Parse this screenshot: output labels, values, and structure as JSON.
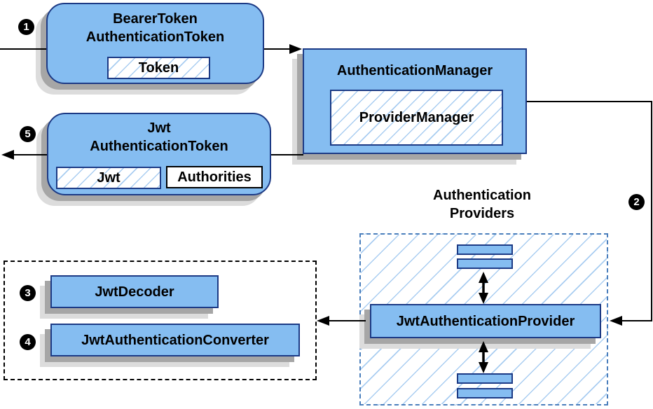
{
  "colors": {
    "box_fill": "#85bdf1",
    "box_border": "#1c3a85",
    "hatch_line": "#a9cdf1",
    "providers_dash_border": "#4a7ebc",
    "group_dash_border": "#000000",
    "shadow_dark": "#a6a6a6",
    "shadow_light": "#dcdcdc",
    "line_color": "#000000",
    "text_color": "#000000",
    "background": "#ffffff"
  },
  "nodes": {
    "bearer": {
      "title_line1": "BearerToken",
      "title_line2": "AuthenticationToken",
      "field_token": "Token"
    },
    "manager": {
      "title": "AuthenticationManager",
      "inner": "ProviderManager"
    },
    "jwt_token": {
      "title_line1": "Jwt",
      "title_line2": "AuthenticationToken",
      "field_jwt": "Jwt",
      "field_authorities": "Authorities"
    },
    "providers": {
      "label_line1": "Authentication",
      "label_line2": "Providers",
      "provider": "JwtAuthenticationProvider"
    },
    "decoder_group": {
      "decoder": "JwtDecoder",
      "converter": "JwtAuthenticationConverter"
    }
  },
  "steps": [
    "1",
    "2",
    "3",
    "4",
    "5"
  ]
}
